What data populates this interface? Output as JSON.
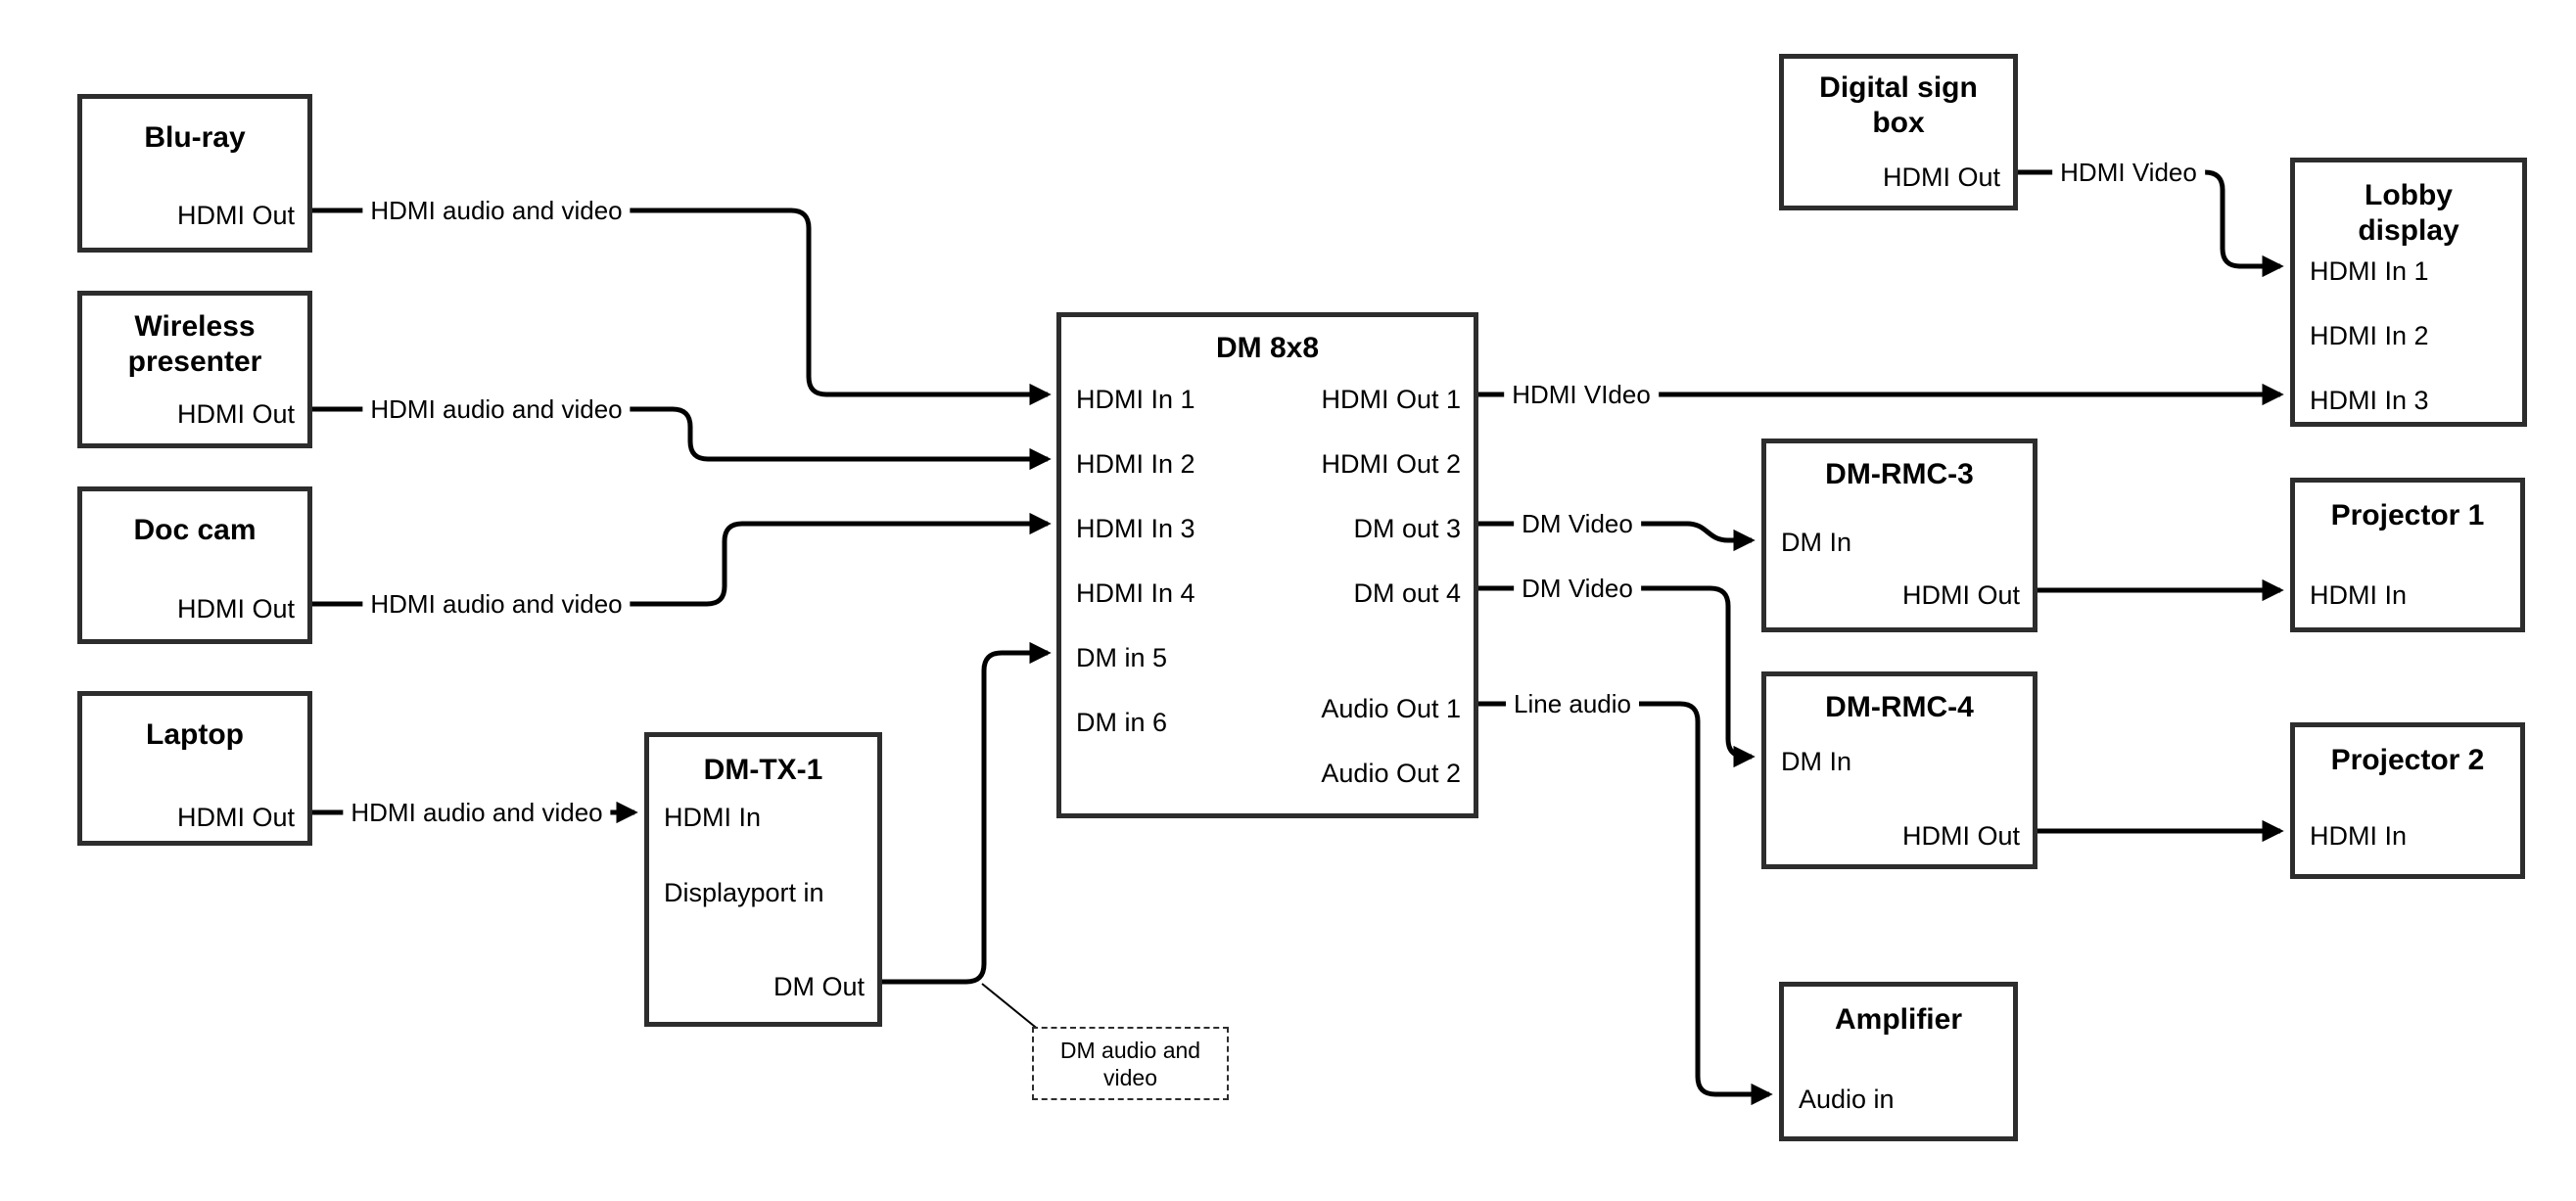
{
  "colors": {
    "background": "#ffffff",
    "line": "#000000",
    "box_border": "#2d2d2d",
    "text": "#000000"
  },
  "boxes": {
    "bluray": {
      "title": "Blu-ray",
      "ports": [
        "HDMI Out"
      ]
    },
    "wireless": {
      "title": "Wireless presenter",
      "ports": [
        "HDMI Out"
      ]
    },
    "doccam": {
      "title": "Doc cam",
      "ports": [
        "HDMI Out"
      ]
    },
    "laptop": {
      "title": "Laptop",
      "ports": [
        "HDMI Out"
      ]
    },
    "dmtx1": {
      "title": "DM-TX-1",
      "in_ports": [
        "HDMI In",
        "Displayport in"
      ],
      "out_ports": [
        "DM Out"
      ]
    },
    "dm8x8": {
      "title": "DM 8x8",
      "in_ports": [
        "HDMI In 1",
        "HDMI In 2",
        "HDMI In 3",
        "HDMI In 4",
        "DM in 5",
        "DM in 6"
      ],
      "out_ports": [
        "HDMI Out 1",
        "HDMI Out 2",
        "DM out 3",
        "DM out 4",
        "Audio Out 1",
        "Audio Out 2"
      ]
    },
    "sign": {
      "title": "Digital sign box",
      "ports": [
        "HDMI Out"
      ]
    },
    "lobby": {
      "title": "Lobby display",
      "in_ports": [
        "HDMI In 1",
        "HDMI In 2",
        "HDMI In 3"
      ]
    },
    "rmc3": {
      "title": "DM-RMC-3",
      "in_ports": [
        "DM In"
      ],
      "out_ports": [
        "HDMI Out"
      ]
    },
    "proj1": {
      "title": "Projector 1",
      "in_ports": [
        "HDMI In"
      ]
    },
    "rmc4": {
      "title": "DM-RMC-4",
      "in_ports": [
        "DM In"
      ],
      "out_ports": [
        "HDMI Out"
      ]
    },
    "proj2": {
      "title": "Projector 2",
      "in_ports": [
        "HDMI In"
      ]
    },
    "amp": {
      "title": "Amplifier",
      "in_ports": [
        "Audio in"
      ]
    }
  },
  "labels": {
    "bluray_to_dm8x8": "HDMI audio and video",
    "wireless_to_dm8x8": "HDMI audio and video",
    "doccam_to_dm8x8": "HDMI audio and video",
    "laptop_to_dmtx1": "HDMI audio and video",
    "hdmi_out1_to_lobby": "HDMI VIdeo",
    "dm_out3_to_rmc3": "DM Video",
    "dm_out4_to_rmc4": "DM Video",
    "audio_out1_to_amp": "Line audio",
    "sign_to_lobby": "HDMI Video"
  },
  "callout": {
    "text": "DM audio and video"
  }
}
